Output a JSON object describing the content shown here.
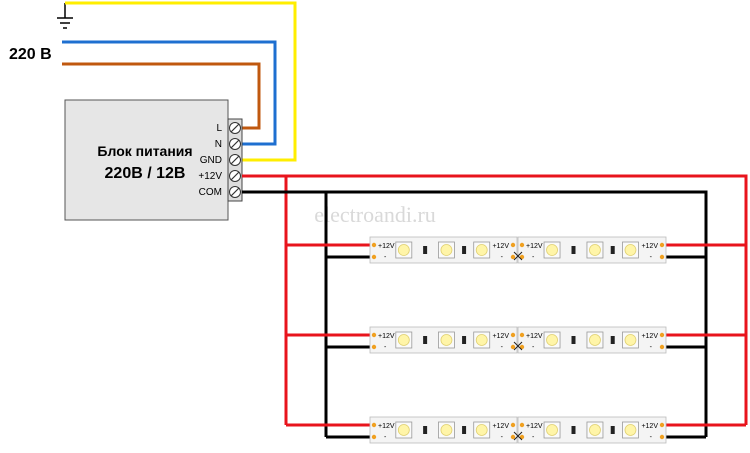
{
  "mains": {
    "voltage_label": "220 В"
  },
  "power_supply": {
    "title": "Блок питания",
    "rating": "220В / 12В",
    "terminals": [
      "L",
      "N",
      "GND",
      "+12V",
      "COM"
    ]
  },
  "watermark": "electroandi.ru",
  "strip": {
    "plus_label": "+12V",
    "minus_label": "-"
  },
  "colors": {
    "ground": "#ffee00",
    "neutral": "#1e6fd0",
    "line": "#c0580f",
    "plus12v": "#e8141c",
    "common": "#000000",
    "psu_body": "#e6e6e6",
    "strip_body": "#f4f4f4",
    "led": "#fff5a8",
    "pad": "#f0a020"
  },
  "icons": {
    "ground": "ground-symbol-icon"
  }
}
